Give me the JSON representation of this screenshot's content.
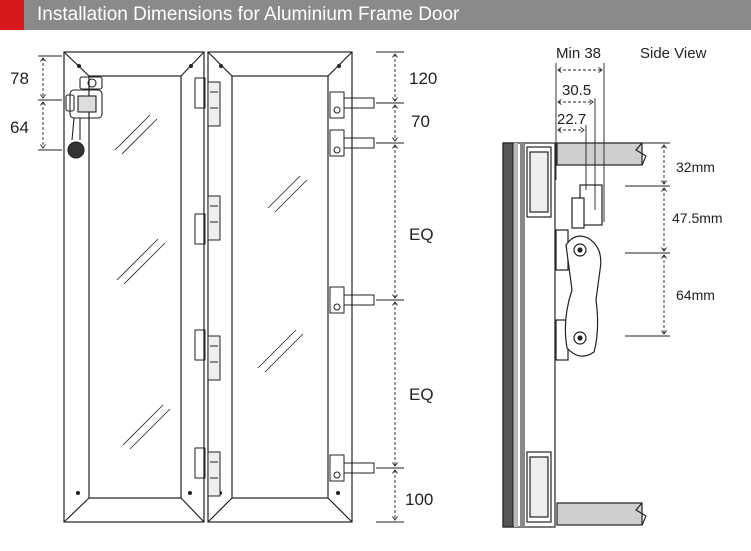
{
  "banner": {
    "title": "Installation Dimensions for Aluminium Frame Door"
  },
  "colors": {
    "accent": "#d7191b",
    "banner": "#8a8a8a",
    "line": "#222222"
  },
  "front_view": {
    "left_dims": [
      "78",
      "64"
    ],
    "right_dims": [
      "120",
      "70",
      "EQ",
      "EQ",
      "100"
    ]
  },
  "side_view": {
    "title": "Side View",
    "top_dims": [
      "Min 38",
      "30.5",
      "22.7"
    ],
    "right_dims": [
      "32mm",
      "47.5mm",
      "64mm"
    ]
  }
}
